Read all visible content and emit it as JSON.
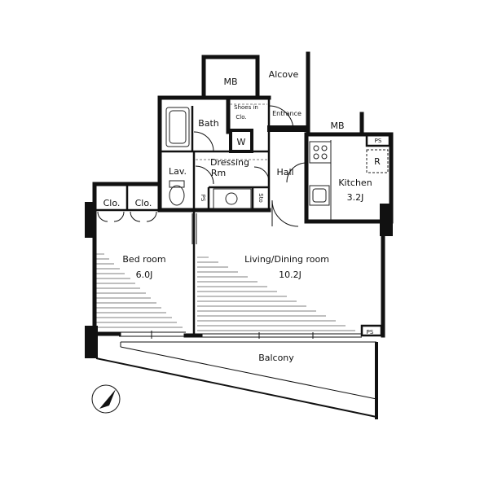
{
  "rooms": {
    "mb_top": "MB",
    "alcove": "Alcove",
    "shoes": [
      "Shoes in",
      "Clo."
    ],
    "entrance": "Entrance",
    "bath": "Bath",
    "w": "W",
    "mb_right": "MB",
    "ps_kitchen": "PS",
    "r": "R",
    "dressing": [
      "Dressing",
      "Rm"
    ],
    "hall": "Hall",
    "kitchen": [
      "Kitchen",
      "3.2J"
    ],
    "lav": "Lav.",
    "ps_small": "PS",
    "sto": "Sto",
    "clo1": "Clo.",
    "clo2": "Clo.",
    "bedroom": [
      "Bed room",
      "6.0J"
    ],
    "living": [
      "Living/Dining room",
      "10.2J"
    ],
    "ps_living": "PS",
    "balcony": "Balcony"
  },
  "icons": {
    "north": "north-arrow-icon",
    "stove": "stove-icon",
    "sink": "sink-icon",
    "toilet": "toilet-icon",
    "basin": "washbasin-icon",
    "bathtub": "bathtub-icon"
  }
}
